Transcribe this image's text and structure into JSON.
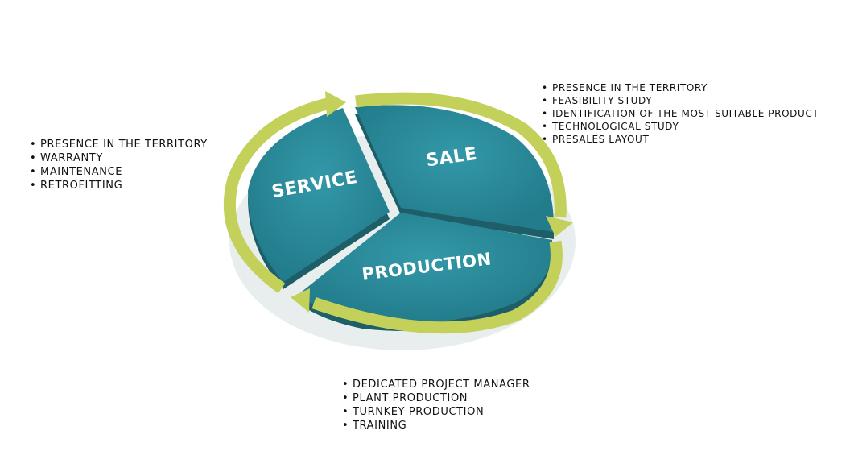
{
  "segments": {
    "service": {
      "label": "SERVICE",
      "items": [
        "PRESENCE IN THE TERRITORY",
        "WARRANTY",
        "MAINTENANCE",
        "RETROFITTING"
      ]
    },
    "sale": {
      "label": "SALE",
      "items": [
        "PRESENCE IN THE TERRITORY",
        "FEASIBILITY STUDY",
        "IDENTIFICATION OF THE MOST SUITABLE PRODUCT",
        "TECHNOLOGICAL STUDY",
        "PRESALES LAYOUT"
      ]
    },
    "production": {
      "label": "PRODUCTION",
      "items": [
        "DEDICATED PROJECT MANAGER",
        "PLANT PRODUCTION",
        "TURNKEY PRODUCTION",
        "TRAINING"
      ]
    }
  },
  "colors": {
    "segment_top": "#2a8c9c",
    "segment_side": "#1e5e68",
    "arrow": "#c3d15a"
  }
}
